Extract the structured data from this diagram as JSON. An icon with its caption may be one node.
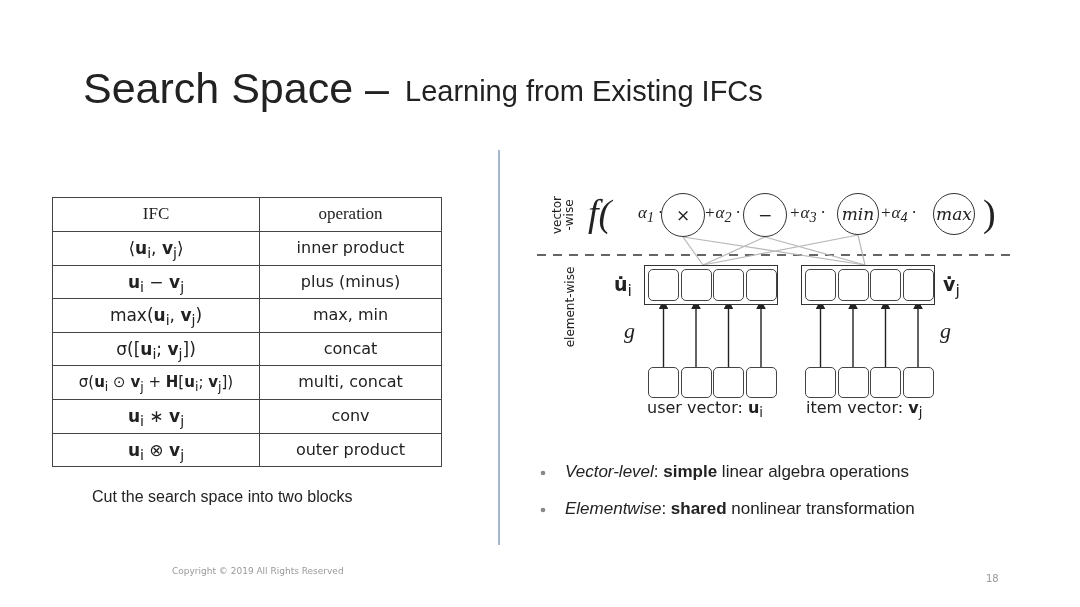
{
  "diagram": {
    "title": "Search Space –",
    "nodes": [
      {
        "text": [
          "×"
        ]
      },
      {
        "text": [
          "−"
        ]
      },
      {
        "text": [
          "min"
        ]
      },
      {
        "text": [
          "max"
        ]
      },
      {
        "text": [],
        "shape": "box",
        "beside": [
          "**u̇**$_{i}$"
        ]
      },
      {
        "text": [],
        "shape": "box",
        "in": 4
      },
      {
        "text": [],
        "shape": "box",
        "in": 4
      },
      {
        "text": [],
        "shape": "box",
        "in": 4
      },
      {
        "text": [],
        "shape": "box",
        "in": 4
      },
      {
        "text": [],
        "shape": "box",
        "beside": [
          "**v̇**$_{j}$"
        ]
      },
      {
        "text": [],
        "shape": "box",
        "in": 9
      },
      {
        "text": [],
        "shape": "box",
        "in": 9
      },
      {
        "text": [],
        "shape": "box",
        "in": 9
      },
      {
        "text": [],
        "shape": "box",
        "in": 9
      },
      {
        "text": [],
        "shape": "box"
      },
      {
        "text": [],
        "shape": "box"
      },
      {
        "text": [],
        "shape": "box"
      },
      {
        "text": [],
        "shape": "box"
      },
      {
        "text": [],
        "shape": "box"
      },
      {
        "text": [],
        "shape": "box"
      },
      {
        "text": [],
        "shape": "box"
      },
      {
        "text": [],
        "shape": "box"
      }
    ],
    "edges": [
      {
        "from": 0,
        "to": 4,
        "arrow": "none",
        "color": "#b8b8b8"
      },
      {
        "from": 0,
        "to": 9,
        "arrow": "none",
        "color": "#b8b8b8"
      },
      {
        "from": 1,
        "to": 4,
        "arrow": "none",
        "color": "#b8b8b8"
      },
      {
        "from": 1,
        "to": 9,
        "arrow": "none",
        "color": "#b8b8b8"
      },
      {
        "from": 2,
        "to": 4,
        "arrow": "none",
        "color": "#b8b8b8"
      },
      {
        "from": 2,
        "to": 9,
        "arrow": "none",
        "color": "#b8b8b8"
      },
      {
        "from": 14,
        "to": 5,
        "arrow": "to"
      },
      {
        "from": 15,
        "to": 6,
        "arrow": "to"
      },
      {
        "from": 16,
        "to": 7,
        "arrow": "to"
      },
      {
        "from": 17,
        "to": 8,
        "arrow": "to"
      },
      {
        "from": 18,
        "to": 10,
        "arrow": "to"
      },
      {
        "from": 19,
        "to": 11,
        "arrow": "to"
      },
      {
        "from": 20,
        "to": 12,
        "arrow": "to"
      },
      {
        "from": 21,
        "to": 13,
        "arrow": "to"
      }
    ],
    "labels": [
      "Learning from Existing IFCs",
      "IFC",
      "operation",
      "⟨**u**$_{i}$, **v**$_{j}$⟩",
      "inner product",
      "**u**$_{i}$ − **v**$_{j}$",
      "plus (minus)",
      "max(**u**$_{i}$, **v**$_{j}$)",
      "max, min",
      "σ([**u**$_{i}$; **v**$_{j}$])",
      "concat",
      "σ(**u**$_{i}$ ⊙ **v**$_{j}$ + **H**[**u**$_{i}$; **v**$_{j}$])",
      "multi, concat",
      "**u**$_{i}$ ∗ **v**$_{j}$",
      "conv",
      "**u**$_{i}$ ⊗ **v**$_{j}$",
      "outer product",
      "Cut the search space into two blocks",
      "vector -wise",
      "f(",
      "α$_{1}$ ·",
      "+α$_{2}$ ·",
      "+α$_{3}$ ·",
      "+α$_{4}$ ·",
      ")",
      "element-wise",
      "g",
      "g",
      "user vector: **u**$_{i}$",
      "item vector: **v**$_{j}$",
      "*Vector-level*: **simple** linear algebra operations",
      "*Elementwise*: **shared** nonlinear transformation",
      "Copyright © 2019 All Rights Reserved",
      "18"
    ]
  }
}
